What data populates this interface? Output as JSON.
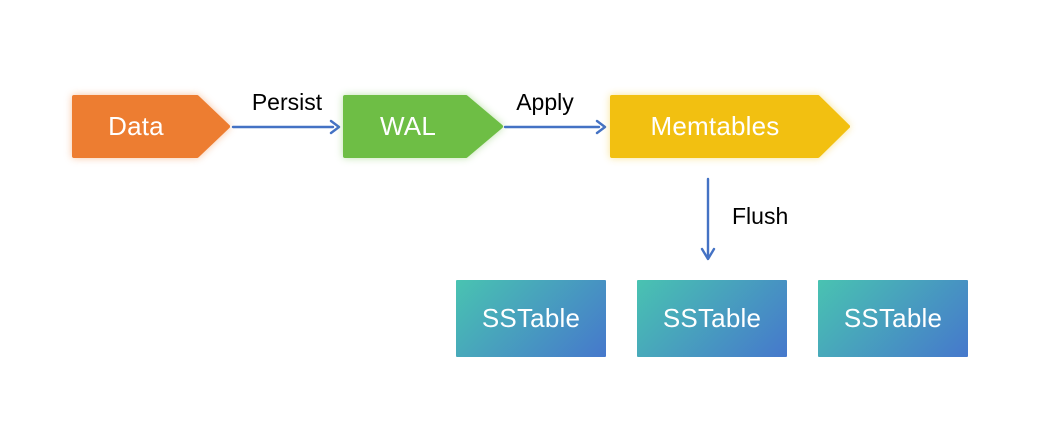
{
  "diagram": {
    "type": "flow",
    "nodes": [
      {
        "id": "data",
        "label": "Data",
        "shape": "pentagon-arrow-right"
      },
      {
        "id": "wal",
        "label": "WAL",
        "shape": "pentagon-arrow-right"
      },
      {
        "id": "memtables",
        "label": "Memtables",
        "shape": "pentagon-arrow-right"
      },
      {
        "id": "sstable-1",
        "label": "SSTable",
        "shape": "gradient-rect"
      },
      {
        "id": "sstable-2",
        "label": "SSTable",
        "shape": "gradient-rect"
      },
      {
        "id": "sstable-3",
        "label": "SSTable",
        "shape": "gradient-rect"
      }
    ],
    "edges": [
      {
        "id": "persist",
        "label": "Persist",
        "from": "data",
        "to": "wal",
        "direction": "right"
      },
      {
        "id": "apply",
        "label": "Apply",
        "from": "wal",
        "to": "memtables",
        "direction": "right"
      },
      {
        "id": "flush",
        "label": "Flush",
        "from": "memtables",
        "to": "sstable-2",
        "direction": "down"
      }
    ],
    "colors": {
      "background": "#FFFFFF",
      "data_node": "#ED7D31",
      "wal_node": "#6EBE45",
      "memtables_node": "#F2C011",
      "sstable_gradient_from": "#49C3B1",
      "sstable_gradient_to": "#4678CC",
      "arrow": "#4472C4",
      "node_text": "#FFFFFF",
      "edge_label_text": "#000000"
    }
  }
}
